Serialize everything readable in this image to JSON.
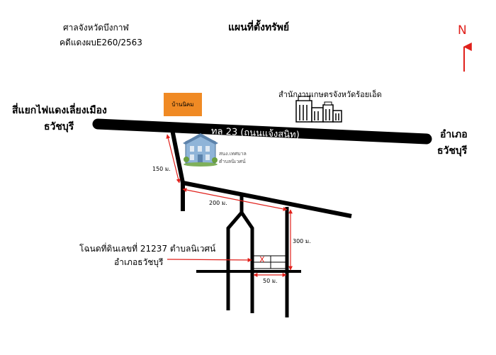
{
  "header": {
    "court_name": "ศาลจังหวัดบึงกาฬ",
    "case_number": "คดีแดงผบE260/2563",
    "map_title": "แผนที่ตั้งทรัพย์"
  },
  "north_arrow": {
    "label": "N",
    "color": "#e0201b"
  },
  "roads": {
    "main_road_label": "ทล 23 (ถนนแจ้งสนิท)",
    "west_end_label_line1": "สี่แยกไฟแดงเลี่ยงเมือง",
    "west_end_label_line2": "ธวัชบุรี",
    "east_end_label_line1": "อำเภอ",
    "east_end_label_line2": "ธวัชบุรี"
  },
  "landmarks": {
    "orange_box_label": "บ้านนิคม",
    "office_label": "สำนักงานเกษตรจังหวัดร้อยเอ็ด",
    "municipality_label_line1": "สนง.เทศบาล",
    "municipality_label_line2": "ตำบลนิเวศน์"
  },
  "distances": {
    "d1": "150 ม.",
    "d2": "200 ม.",
    "d3": "300 ม.",
    "d4": "50 ม."
  },
  "property": {
    "label_line1": "โฉนดที่ดินเลขที่ 21237 ตำบลนิเวศน์",
    "label_line2": "อำเภอธวัชบุรี",
    "marker": "X",
    "marker_color": "#e0201b"
  },
  "colors": {
    "road": "#000000",
    "arrow": "#e0201b",
    "landmark_box": "#f08a24"
  }
}
